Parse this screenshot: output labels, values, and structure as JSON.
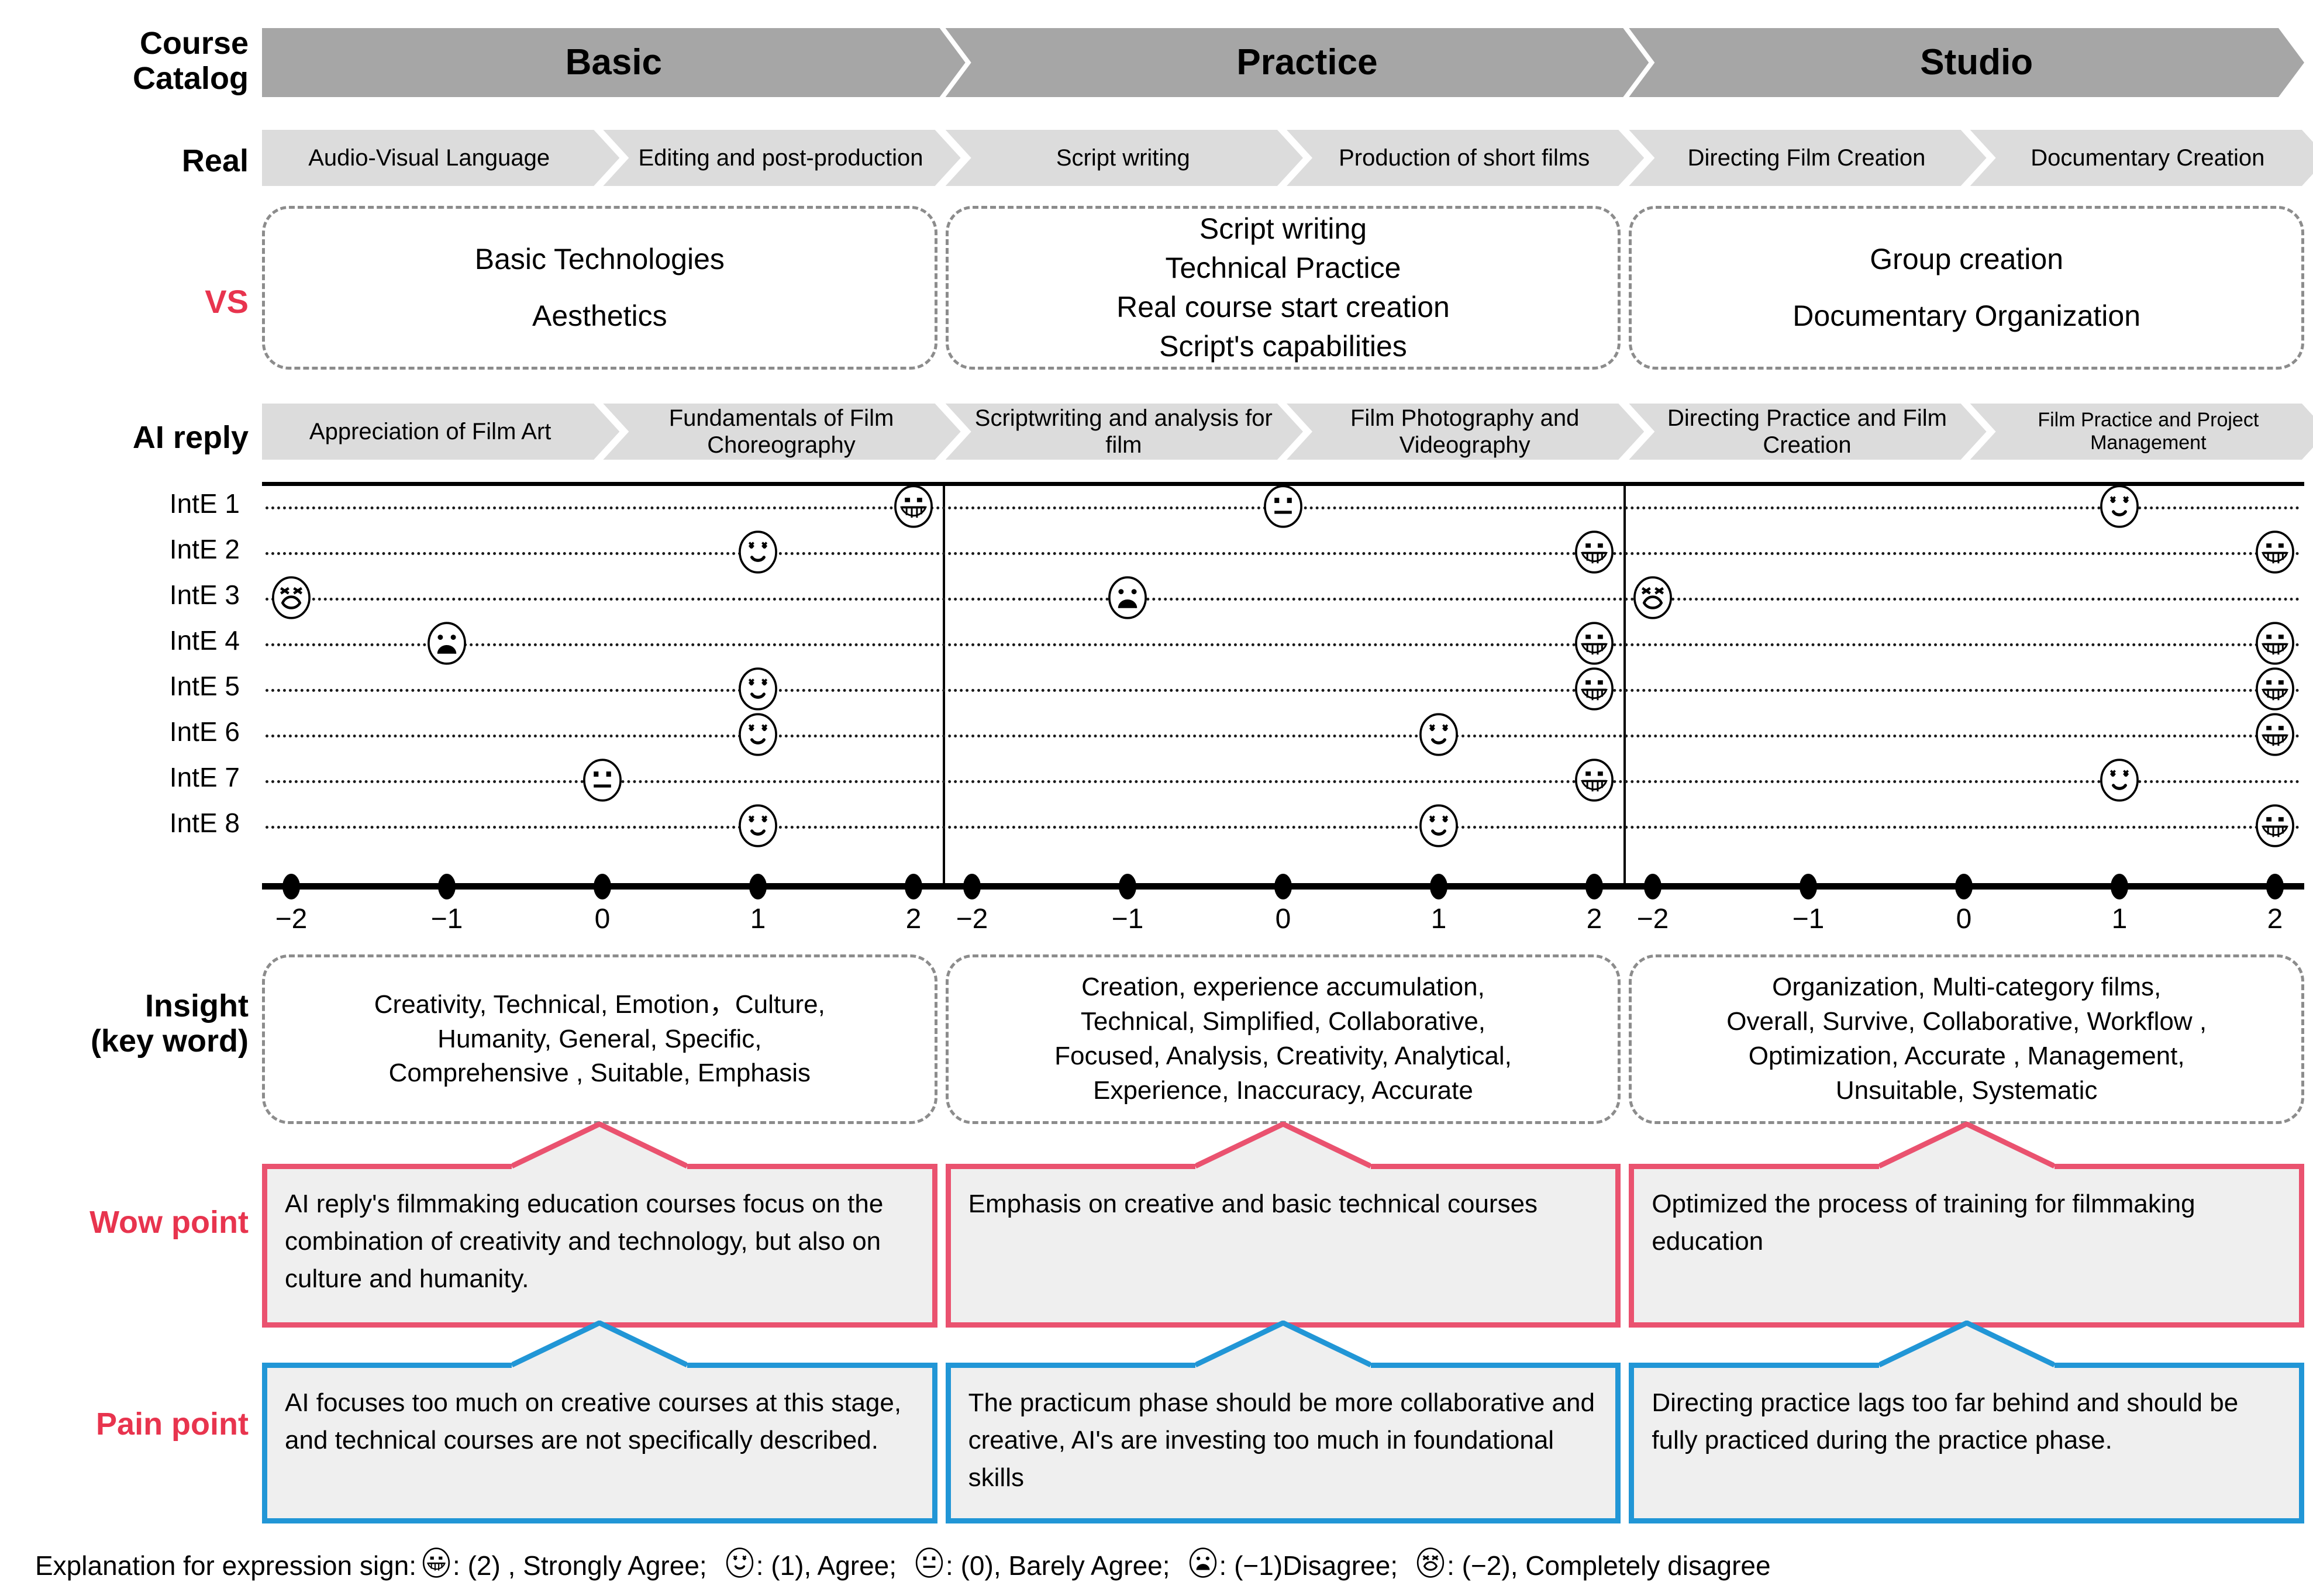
{
  "rows": {
    "course_catalog": "Course\nCatalog",
    "real": "Real",
    "vs": "VS",
    "ai_reply": "AI reply",
    "insight": "Insight\n(key word)",
    "wow_point": "Wow point",
    "pain_point": "Pain point"
  },
  "stages": [
    {
      "name": "Basic"
    },
    {
      "name": "Practice"
    },
    {
      "name": "Studio"
    }
  ],
  "real_courses": [
    "Audio-Visual Language",
    "Editing and post-production",
    "Script writing",
    "Production of short films",
    "Directing Film Creation",
    "Documentary Creation"
  ],
  "vs_boxes": [
    {
      "lines": [
        "Basic Technologies",
        "",
        "Aesthetics"
      ]
    },
    {
      "lines": [
        "Script writing",
        "Technical Practice",
        "Real course start creation",
        "Script's  capabilities"
      ]
    },
    {
      "lines": [
        "Group creation",
        "",
        "Documentary Organization"
      ]
    }
  ],
  "ai_reply_courses": [
    "Appreciation of Film Art",
    "Fundamentals of Film Choreography",
    "Scriptwriting and analysis for film",
    "Film Photography and Videography",
    "Directing Practice and Film Creation",
    "Film Practice and Project Management"
  ],
  "insight_boxes": [
    {
      "lines": [
        "Creativity, Technical, Emotion，Culture,",
        "Humanity, General, Specific,",
        "Comprehensive , Suitable, Emphasis"
      ]
    },
    {
      "lines": [
        "Creation, experience accumulation,",
        "Technical, Simplified, Collaborative,",
        "Focused, Analysis, Creativity,  Analytical,",
        "Experience, Inaccuracy, Accurate"
      ]
    },
    {
      "lines": [
        "Organization, Multi-category films,",
        "Overall, Survive, Collaborative, Workflow ,",
        "Optimization, Accurate , Management,",
        "Unsuitable, Systematic"
      ]
    }
  ],
  "wow_points": [
    "AI reply's filmmaking education courses focus on the combination of creativity and technology, but also on culture and humanity.",
    "Emphasis on creative and basic technical courses",
    "Optimized the process of training for filmmaking education"
  ],
  "pain_points": [
    "AI focuses too much on creative courses at this stage, and technical courses are not specifically described.",
    "The practicum phase should be more collaborative and creative, AI's are investing too much in foundational skills",
    "Directing practice lags too far behind and should be fully practiced during the practice phase."
  ],
  "legend": {
    "prefix": "Explanation for expression sign:",
    "items": [
      {
        "face": "grin",
        "text": ": (2) , Strongly Agree;"
      },
      {
        "face": "smile",
        "text": ": (1),  Agree;"
      },
      {
        "face": "neutral",
        "text": ": (0),   Barely Agree;"
      },
      {
        "face": "frown",
        "text": ": (−1)Disagree;"
      },
      {
        "face": "anguish",
        "text": ": (−2), Completely disagree"
      }
    ]
  },
  "colors": {
    "accent_red": "#e8344e",
    "wow_border": "#ea526f",
    "pain_border": "#2196d6",
    "stage_dark": "#a6a6a6",
    "stage_light": "#dcdcdc",
    "callout_fill": "#efefef",
    "dash_border": "#8c8c8c"
  },
  "chart_data": {
    "type": "scatter",
    "title": "",
    "xlabel": "",
    "ylabel": "",
    "xlim": [
      -2,
      2
    ],
    "xticks": [
      -2,
      -1,
      0,
      1,
      2
    ],
    "xticklabels": [
      "−2",
      "−1",
      "0",
      "1",
      "2"
    ],
    "grid": true,
    "legend_position": "bottom",
    "panels": [
      "Basic",
      "Practice",
      "Studio"
    ],
    "categories": [
      "IntE 1",
      "IntE 2",
      "IntE 3",
      "IntE 4",
      "IntE 5",
      "IntE 6",
      "IntE 7",
      "IntE 8"
    ],
    "series": [
      {
        "name": "Basic",
        "values": [
          2,
          1,
          -2,
          -1,
          1,
          1,
          0,
          1
        ]
      },
      {
        "name": "Practice",
        "values": [
          0,
          2,
          -1,
          2,
          2,
          1,
          2,
          1
        ]
      },
      {
        "name": "Studio",
        "values": [
          1,
          2,
          -2,
          2,
          2,
          2,
          1,
          2
        ]
      }
    ],
    "marker_scale": {
      "2": "grin",
      "1": "smile",
      "0": "neutral",
      "-1": "frown",
      "-2": "anguish"
    }
  }
}
